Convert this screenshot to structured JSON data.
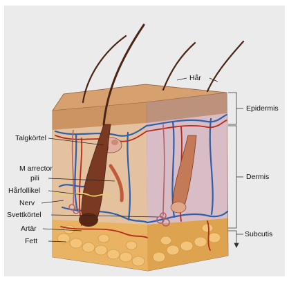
{
  "labels": {
    "left": {
      "talgkortel": "Talgkörtel",
      "arrector_line1": "M arrector",
      "arrector_line2": "pili",
      "harfollikel": "Hårfollikel",
      "nerv": "Nerv",
      "svettkortel": "Svettkörtel",
      "artar": "Artär",
      "fett": "Fett"
    },
    "right": {
      "har": "Hår",
      "epidermis": "Epidermis",
      "dermis": "Dermis",
      "subcutis": "Subcutis"
    }
  },
  "colors": {
    "background": "#ffffff",
    "panel": "#eaeaea",
    "epidermis_top": "#d9a679",
    "dermis": "#e7c8ad",
    "front_dermis": "#d9b38f",
    "side_dermis": "#cdb4c0",
    "fat": "#e9b15f",
    "hair": "#4a2516",
    "vein": "#2f5fa8",
    "artery": "#b62a1a",
    "follicle": "#6b2e1b",
    "gland": "#e0a7a0",
    "bracket": "#333333"
  }
}
